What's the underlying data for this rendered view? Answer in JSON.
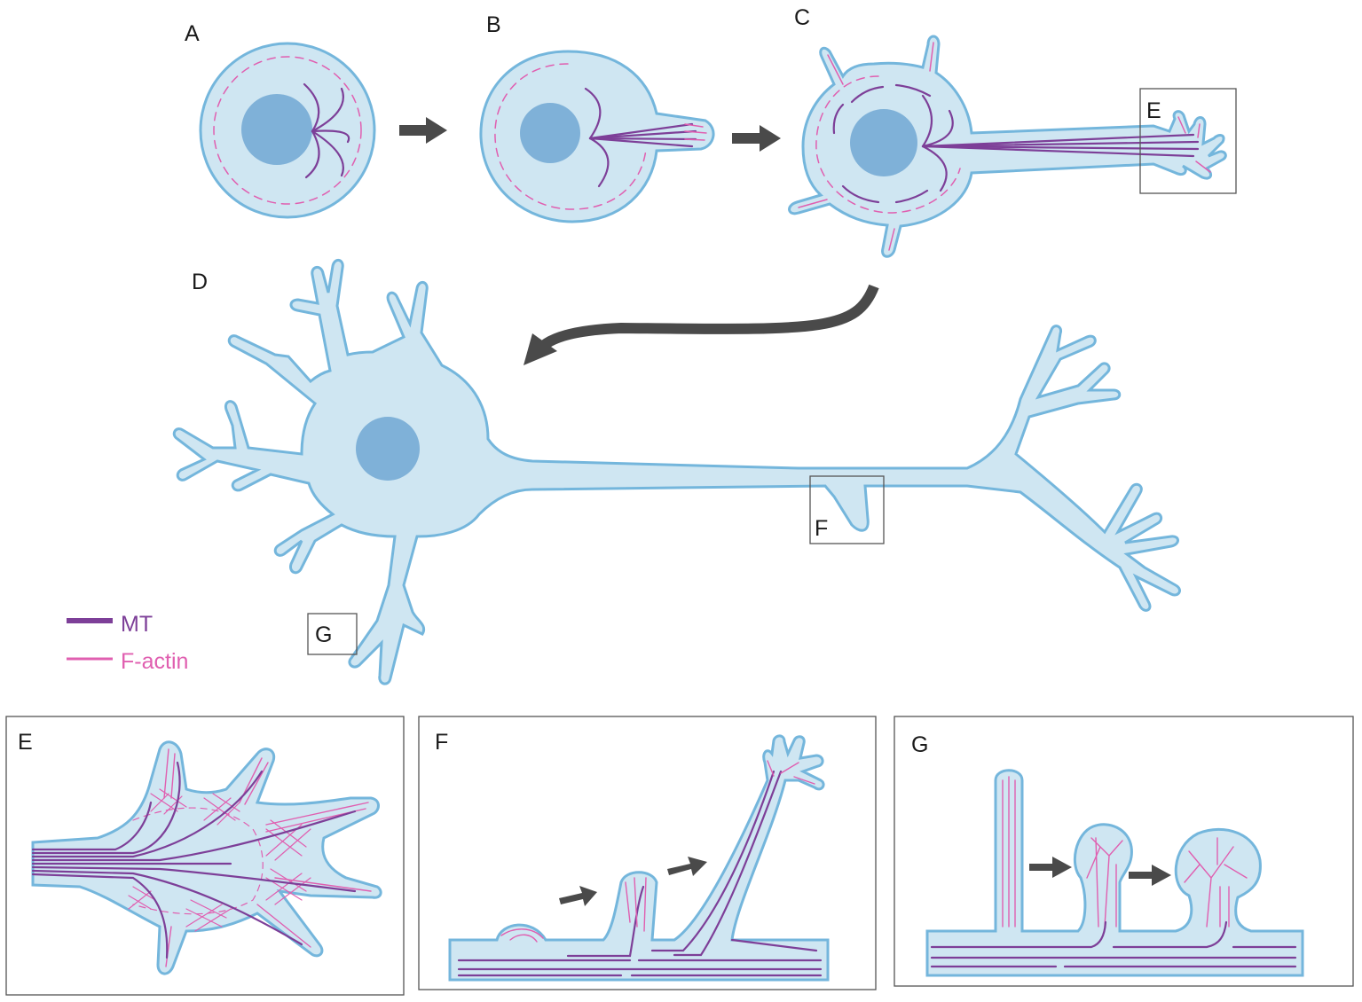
{
  "panels": {
    "A": "A",
    "B": "B",
    "C": "C",
    "D": "D",
    "E": "E",
    "F": "F",
    "G": "G"
  },
  "inset_labels": {
    "E": "E",
    "F": "F",
    "G": "G"
  },
  "legend": {
    "mt_label": "MT",
    "actin_label": "F-actin",
    "mt_color": "#7d3f98",
    "actin_color": "#e05fb0"
  },
  "colors": {
    "cytoplasm": "#cfe6f2",
    "membrane": "#74b6dc",
    "nucleus": "#7fb1d8",
    "arrow": "#4a4a4a"
  }
}
